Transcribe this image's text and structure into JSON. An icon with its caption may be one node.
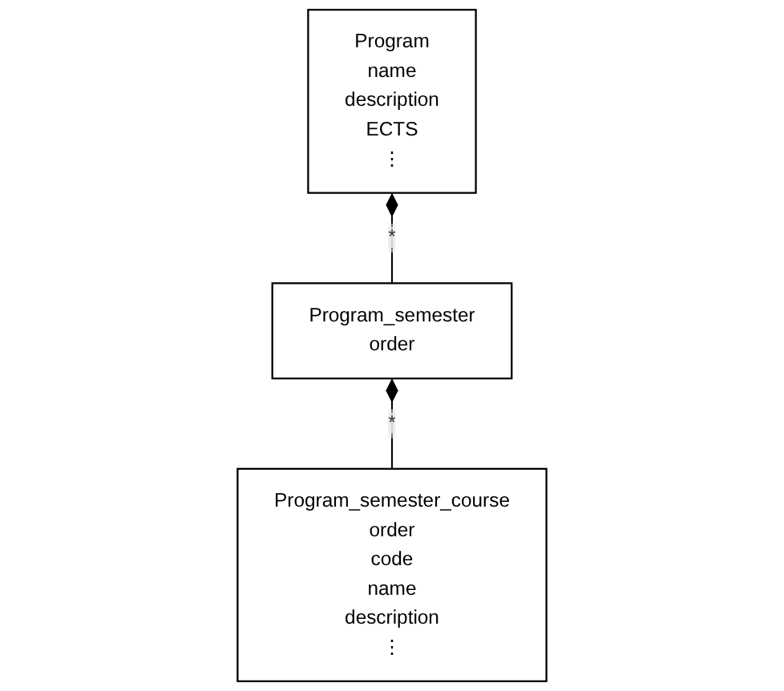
{
  "diagram": {
    "nodes": [
      {
        "text": [
          "Program",
          "name",
          "description",
          "ECTS",
          "⋮"
        ]
      },
      {
        "text": [
          "Program_semester",
          "order"
        ]
      },
      {
        "text": [
          "Program_semester_course",
          "order",
          "code",
          "name",
          "description",
          "⋮"
        ]
      }
    ],
    "edges": [
      {
        "from": 0,
        "to": 1,
        "arrow": "other",
        "label": "*"
      },
      {
        "from": 1,
        "to": 2,
        "arrow": "other",
        "label": "*"
      }
    ]
  }
}
